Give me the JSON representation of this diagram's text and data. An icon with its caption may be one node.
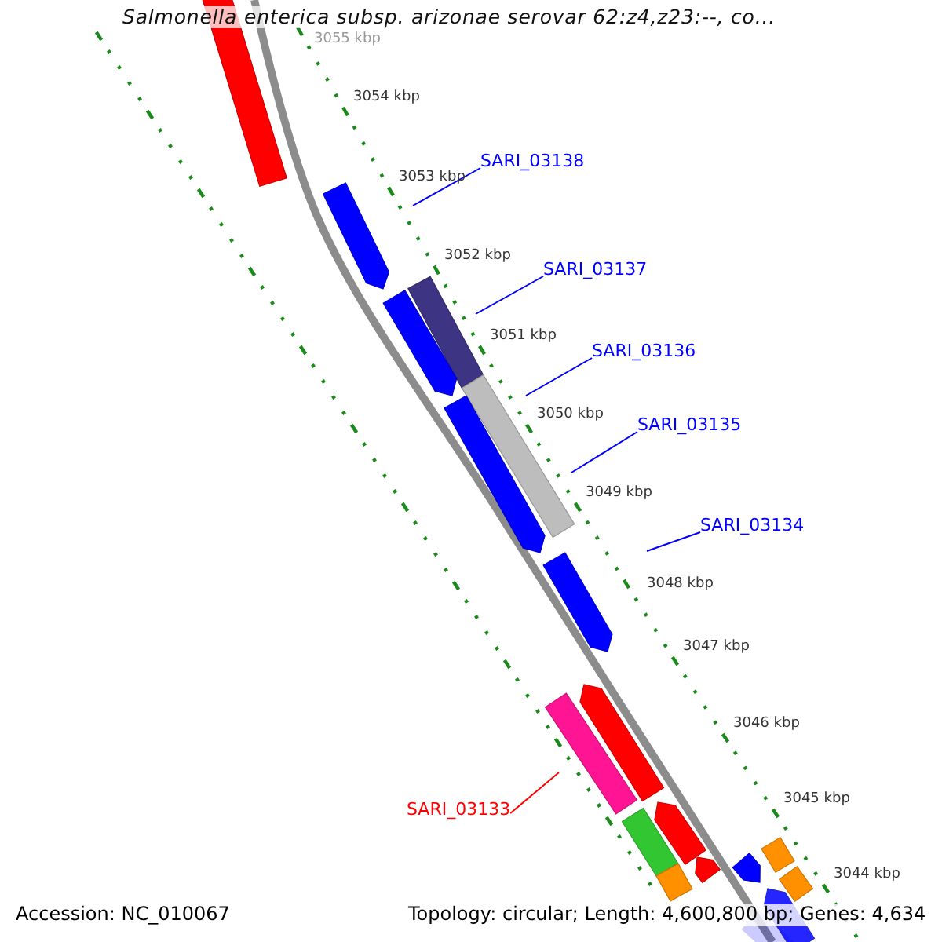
{
  "diagram": {
    "title": "Salmonella enterica subsp. arizonae serovar 62:z4,z23:--, co...",
    "nodes": [
      {
        "text": [
          "SARI_03138"
        ]
      },
      {
        "text": [
          "SARI_03137"
        ]
      },
      {
        "text": [
          "SARI_03136"
        ]
      },
      {
        "text": [
          "SARI_03135"
        ]
      },
      {
        "text": [
          "SARI_03134"
        ]
      },
      {
        "text": [
          "SARI_03133"
        ]
      }
    ],
    "edges": [
      {
        "from": 0,
        "to": null,
        "arrow": "none"
      },
      {
        "from": 1,
        "to": null,
        "arrow": "none"
      },
      {
        "from": 2,
        "to": null,
        "arrow": "none"
      },
      {
        "from": 3,
        "to": null,
        "arrow": "none"
      },
      {
        "from": 4,
        "to": null,
        "arrow": "none"
      },
      {
        "from": 5,
        "to": null,
        "arrow": "none",
        "color": "#ff0000"
      }
    ],
    "labels": [
      "3055 kbp",
      "3054 kbp",
      "3053 kbp",
      "3052 kbp",
      "3051 kbp",
      "3050 kbp",
      "3049 kbp",
      "3048 kbp",
      "3047 kbp",
      "3046 kbp",
      "3045 kbp",
      "3044 kbp",
      "Accession: NC_010067",
      "Topology: circular; Length: 4,600,800 bp; Genes: 4,634"
    ]
  }
}
